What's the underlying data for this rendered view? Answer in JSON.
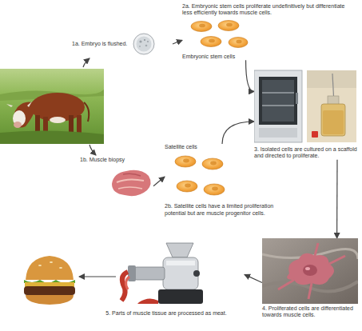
{
  "diagram": {
    "nodes": [
      {
        "text": [
          "1a. Embryo is flushed."
        ]
      },
      {
        "text": [
          "2a. Embryonic stem cells proliferate undefinitively but differentiate less efficiently towards muscle cells.",
          "Embryonic stem cells"
        ]
      },
      {
        "text": [
          "1b. Muscle biopsy"
        ]
      },
      {
        "text": [
          "Satellite cells",
          "2b. Satellite cells have a limited proliferation potential but are muscle progenitor cells."
        ]
      },
      {
        "text": [
          "3. Isolated cells are cultured on a scaffold and directed to proliferate."
        ]
      },
      {
        "text": [
          "4. Proliferated cells are differentiated towards muscle cells."
        ]
      },
      {
        "text": [
          "5. Parts of muscle tissue are processed as meat."
        ]
      }
    ],
    "edges": [
      {
        "from": 0,
        "to": 1,
        "arrow": "to"
      },
      {
        "from": 2,
        "to": 3,
        "arrow": "to"
      },
      {
        "from": 1,
        "to": 4,
        "arrow": "to"
      },
      {
        "from": 3,
        "to": 4,
        "arrow": "to"
      },
      {
        "from": 4,
        "to": 5,
        "arrow": "to"
      },
      {
        "from": 5,
        "to": 6,
        "arrow": "to"
      }
    ]
  }
}
